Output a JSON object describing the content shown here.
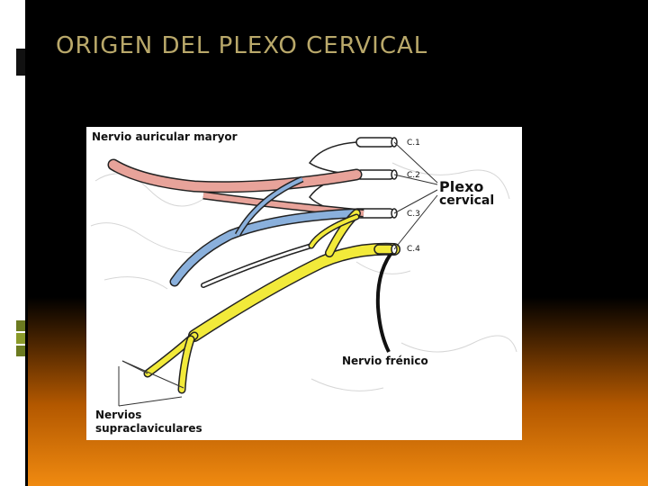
{
  "slide": {
    "title": "ORIGEN DEL PLEXO CERVICAL"
  },
  "figure": {
    "labels": {
      "auricular": "Nervio auricular maryor",
      "c1": "C.1",
      "c2": "C.2",
      "c3": "C.3",
      "c4": "C.4",
      "plexo_line1": "Plexo",
      "plexo_line2": "cervical",
      "frenico": "Nervio frénico",
      "supra_line1": "Nervios",
      "supra_line2": "supraclaviculares"
    },
    "colors": {
      "auricular_nerve": "#e8a39a",
      "c3_nerve": "#8ab0dc",
      "supraclavicular_nerve": "#f2ea3a",
      "phrenic_nerve": "#111111"
    }
  }
}
